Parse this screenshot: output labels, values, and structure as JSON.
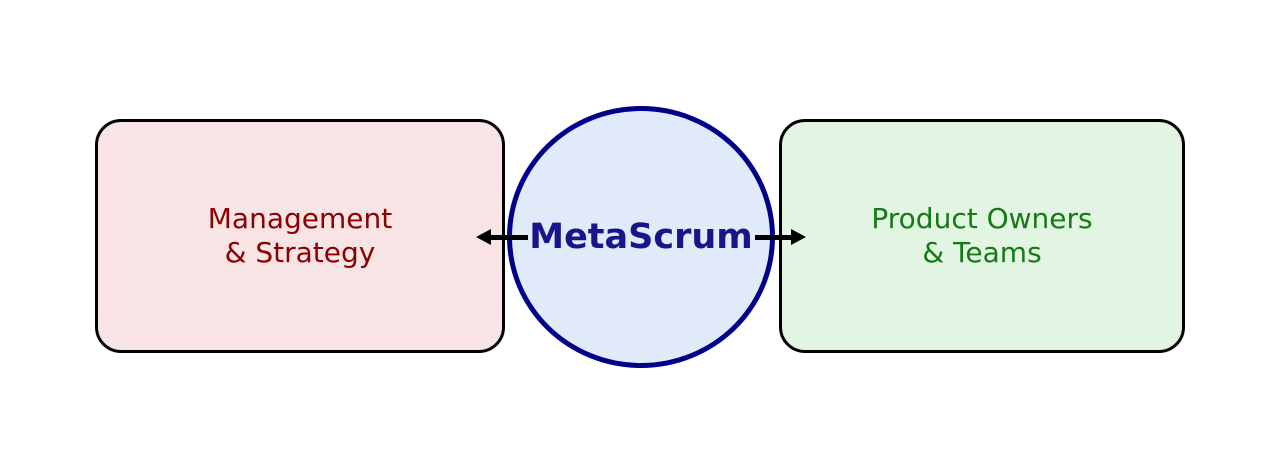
{
  "nodes": {
    "left": {
      "shape": "rounded-rectangle",
      "lines": [
        "Management",
        "& Strategy"
      ],
      "text_color": "#8b0000",
      "fill": "#f8e4e4",
      "border_color": "#000000"
    },
    "center": {
      "shape": "ellipse",
      "label": "MetaScrum",
      "text_color": "#16168a",
      "fill": "#e0eaf8",
      "border_color": "#00008b"
    },
    "right": {
      "shape": "rounded-rectangle",
      "lines": [
        "Product Owners",
        "& Teams"
      ],
      "text_color": "#157a15",
      "fill": "#e2f4e2",
      "border_color": "#000000"
    }
  },
  "connectors": [
    {
      "from": "center",
      "to": "left",
      "direction": "left",
      "color": "#000000"
    },
    {
      "from": "center",
      "to": "right",
      "direction": "right",
      "color": "#000000"
    }
  ]
}
